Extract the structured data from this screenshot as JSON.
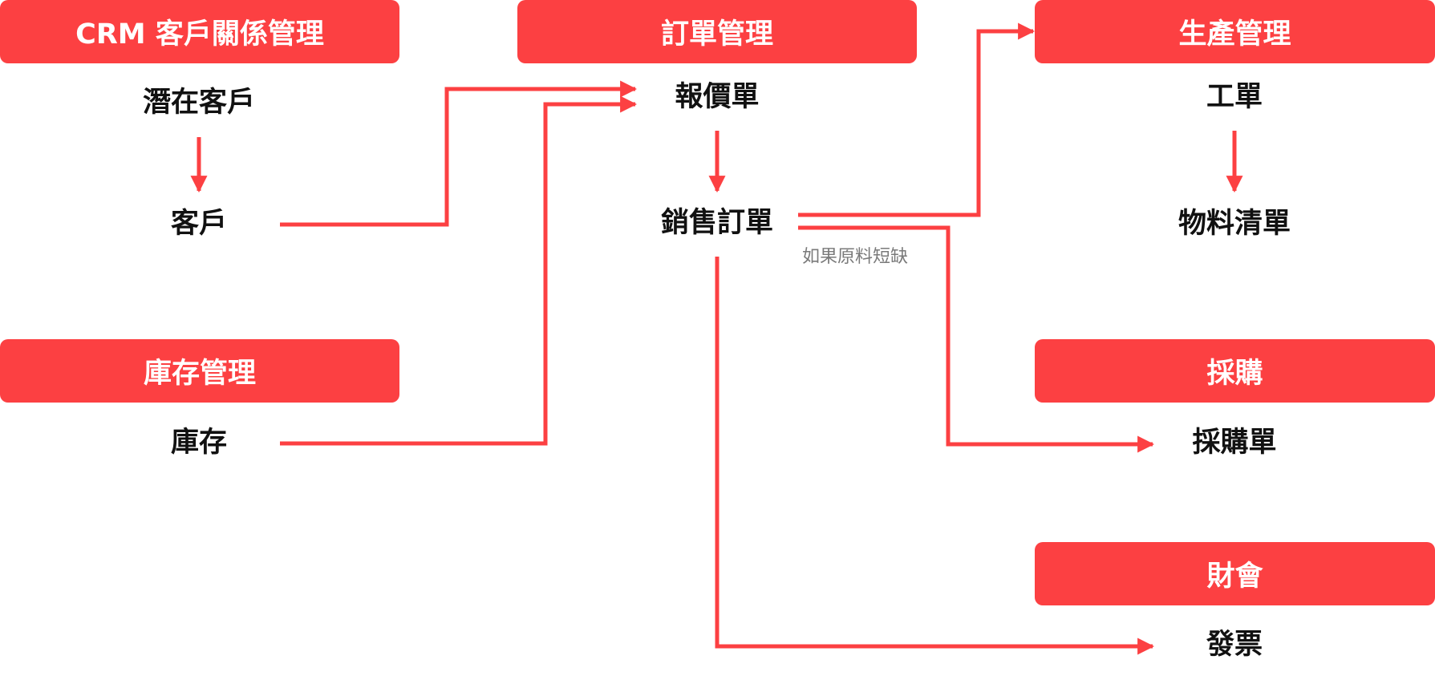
{
  "modules": {
    "crm": {
      "header": "CRM 客戶關係管理",
      "items": {
        "lead": "潛在客戶",
        "customer": "客戶"
      }
    },
    "order": {
      "header": "訂單管理",
      "items": {
        "quotation": "報價單",
        "sales_order": "銷售訂單"
      }
    },
    "production": {
      "header": "生產管理",
      "items": {
        "work_order": "工單",
        "bom": "物料清單"
      }
    },
    "inventory": {
      "header": "庫存管理",
      "items": {
        "stock": "庫存"
      }
    },
    "purchasing": {
      "header": "採購",
      "items": {
        "purchase_order": "採購單"
      }
    },
    "finance": {
      "header": "財會",
      "items": {
        "invoice": "發票"
      }
    }
  },
  "annotations": {
    "shortage_condition": "如果原料短缺"
  },
  "colors": {
    "accent": "#fc4042",
    "text": "#111111",
    "note": "#7a7a7a",
    "background": "#ffffff"
  }
}
